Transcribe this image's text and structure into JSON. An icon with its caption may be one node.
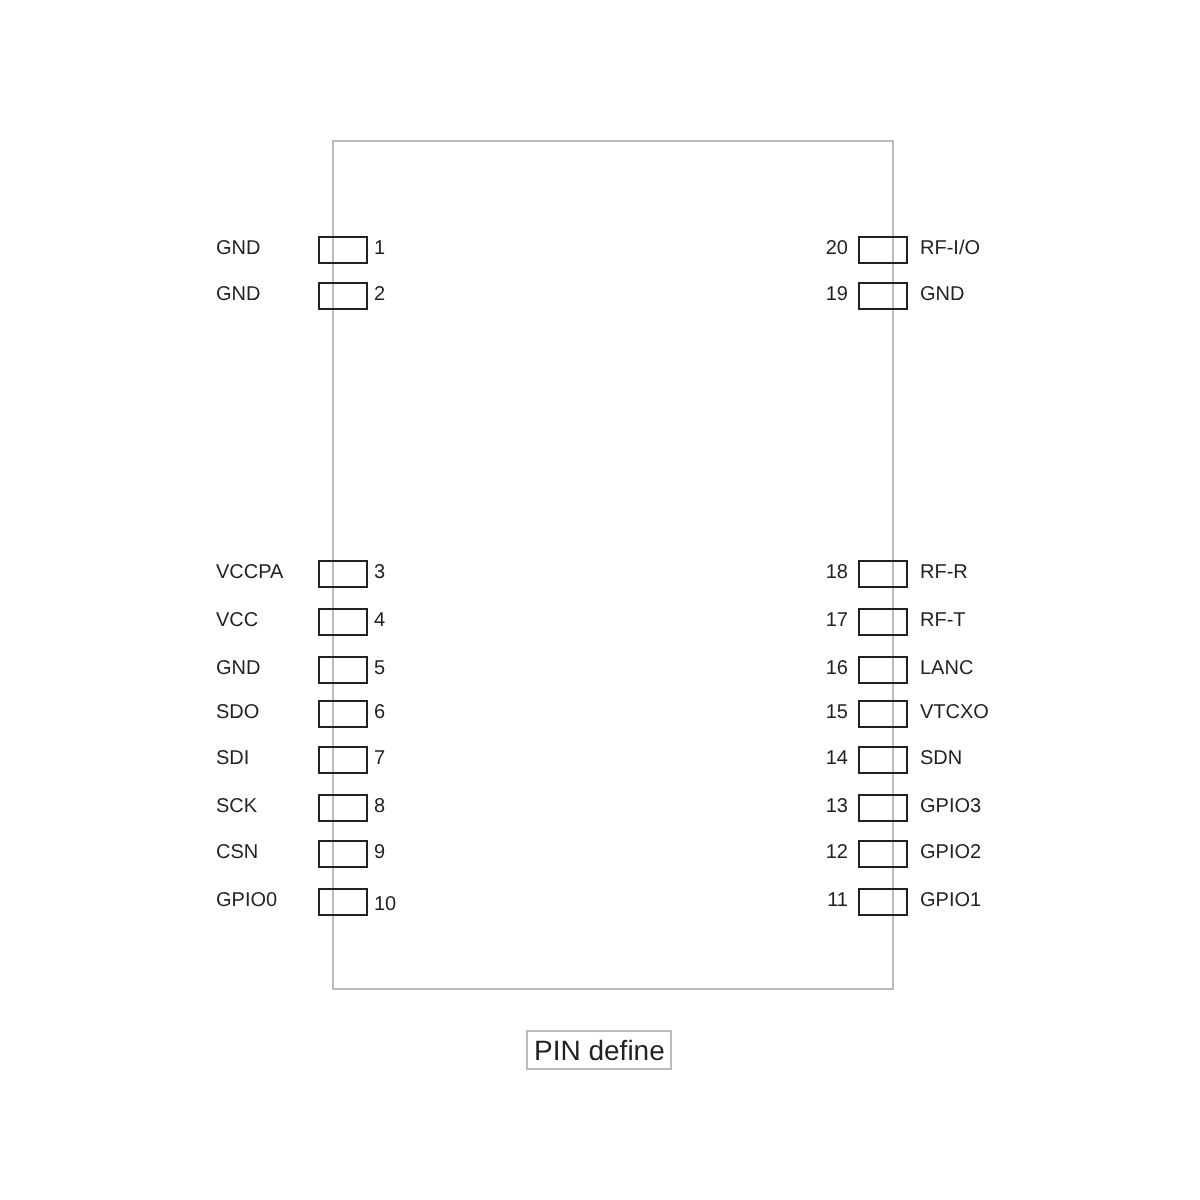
{
  "diagram": {
    "caption": "PIN define",
    "labels": [
      "GND",
      "1",
      "20",
      "RF-I/O",
      "GND",
      "2",
      "19",
      "GND",
      "VCCPA",
      "3",
      "18",
      "RF-R",
      "VCC",
      "4",
      "17",
      "RF-T",
      "GND",
      "5",
      "16",
      "LANC",
      "SDO",
      "6",
      "15",
      "VTCXO",
      "SDI",
      "7",
      "14",
      "SDN",
      "SCK",
      "8",
      "13",
      "GPIO3",
      "CSN",
      "9",
      "12",
      "GPIO2",
      "GPIO0",
      "10",
      "11",
      "GPIO1"
    ]
  }
}
